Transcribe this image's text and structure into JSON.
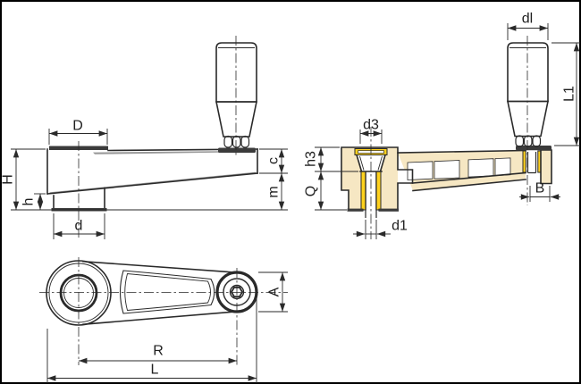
{
  "drawing": {
    "kind": "technical-drawing",
    "subject": "crank handle with revolving knob, three orthographic views",
    "colors": {
      "outline": "#2a2a2a",
      "section_fill": "#f6e7c3",
      "bushing_fill": "#ffd21e",
      "background": "#ffffff",
      "shading": "#999999"
    },
    "views": {
      "side": {
        "labels": {
          "D": "D",
          "H": "H",
          "h": "h",
          "d": "d",
          "c": "c",
          "m": "m"
        }
      },
      "section": {
        "labels": {
          "dl": "dl",
          "L1": "L1",
          "d3": "d3",
          "h3": "h3",
          "Q": "Q",
          "d1": "d1",
          "B": "B"
        }
      },
      "top": {
        "labels": {
          "A": "A",
          "R": "R",
          "L": "L"
        }
      }
    }
  }
}
